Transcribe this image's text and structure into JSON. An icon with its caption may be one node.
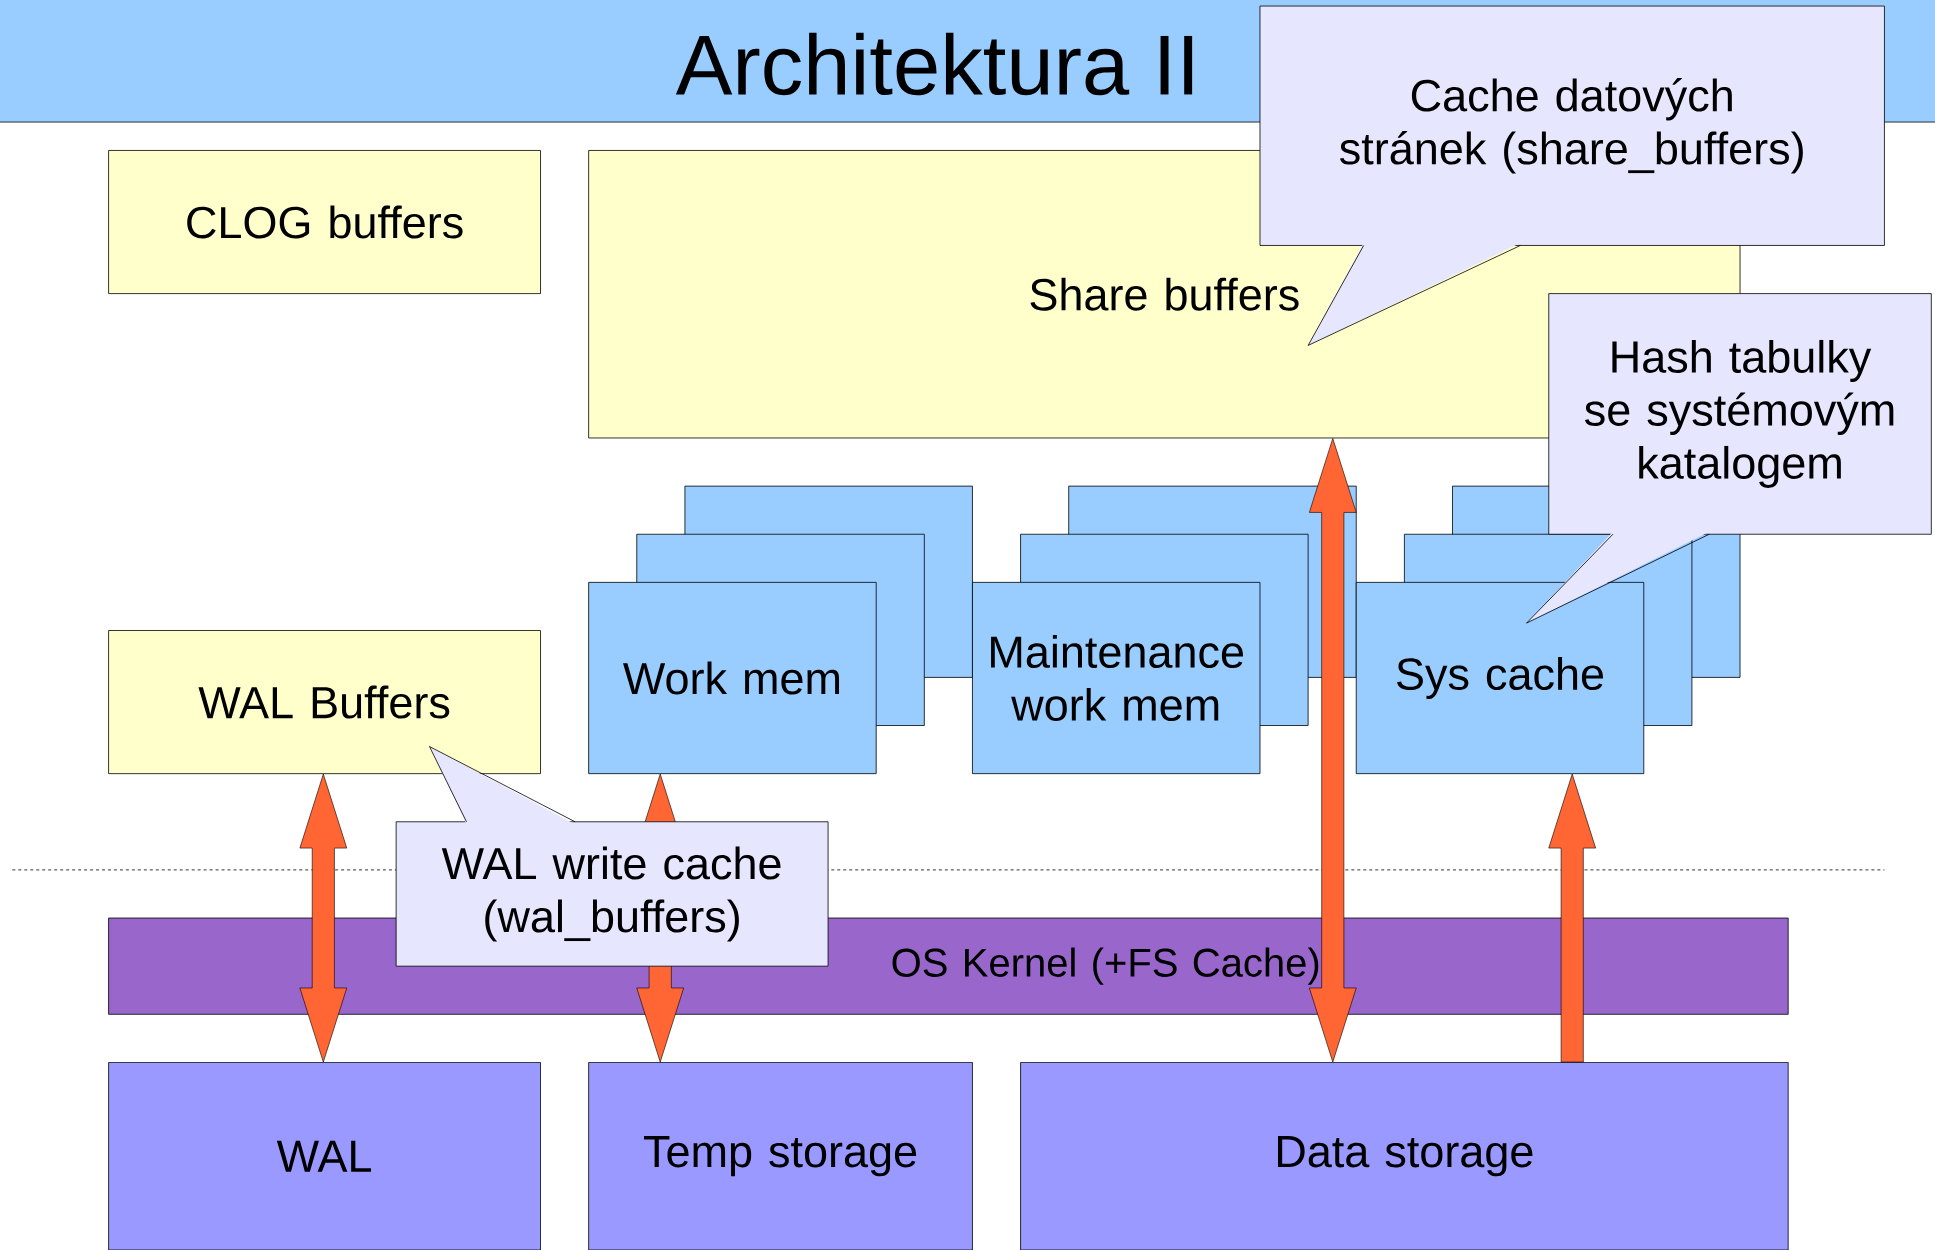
{
  "diagram": {
    "title": "Architektura II",
    "nodes": [
      {
        "text": [
          "CLOG buffers"
        ]
      },
      {
        "text": [
          "Share buffers"
        ]
      },
      {
        "text": [
          "WAL Buffers"
        ]
      },
      {
        "text": [
          "Work mem"
        ]
      },
      {
        "text": [
          "Maintenance work mem"
        ]
      },
      {
        "text": [
          "Sys cache"
        ]
      },
      {
        "text": [
          "OS Kernel (+FS Cache)"
        ]
      },
      {
        "text": [
          "WAL"
        ]
      },
      {
        "text": [
          "Temp storage"
        ]
      },
      {
        "text": [
          "Data storage"
        ]
      },
      {
        "text": [
          "Cache datových stránek (share_buffers)"
        ]
      },
      {
        "text": [
          "Hash tabulky se systémovým katalogem"
        ]
      },
      {
        "text": [
          "WAL write cache (wal_buffers)"
        ]
      }
    ],
    "edges": [
      {
        "from": 2,
        "to": 7,
        "arrow": "both"
      },
      {
        "from": 3,
        "to": 8,
        "arrow": "both"
      },
      {
        "from": 1,
        "to": 9,
        "arrow": "both"
      },
      {
        "from": 9,
        "to": 5,
        "arrow": "to"
      }
    ]
  }
}
